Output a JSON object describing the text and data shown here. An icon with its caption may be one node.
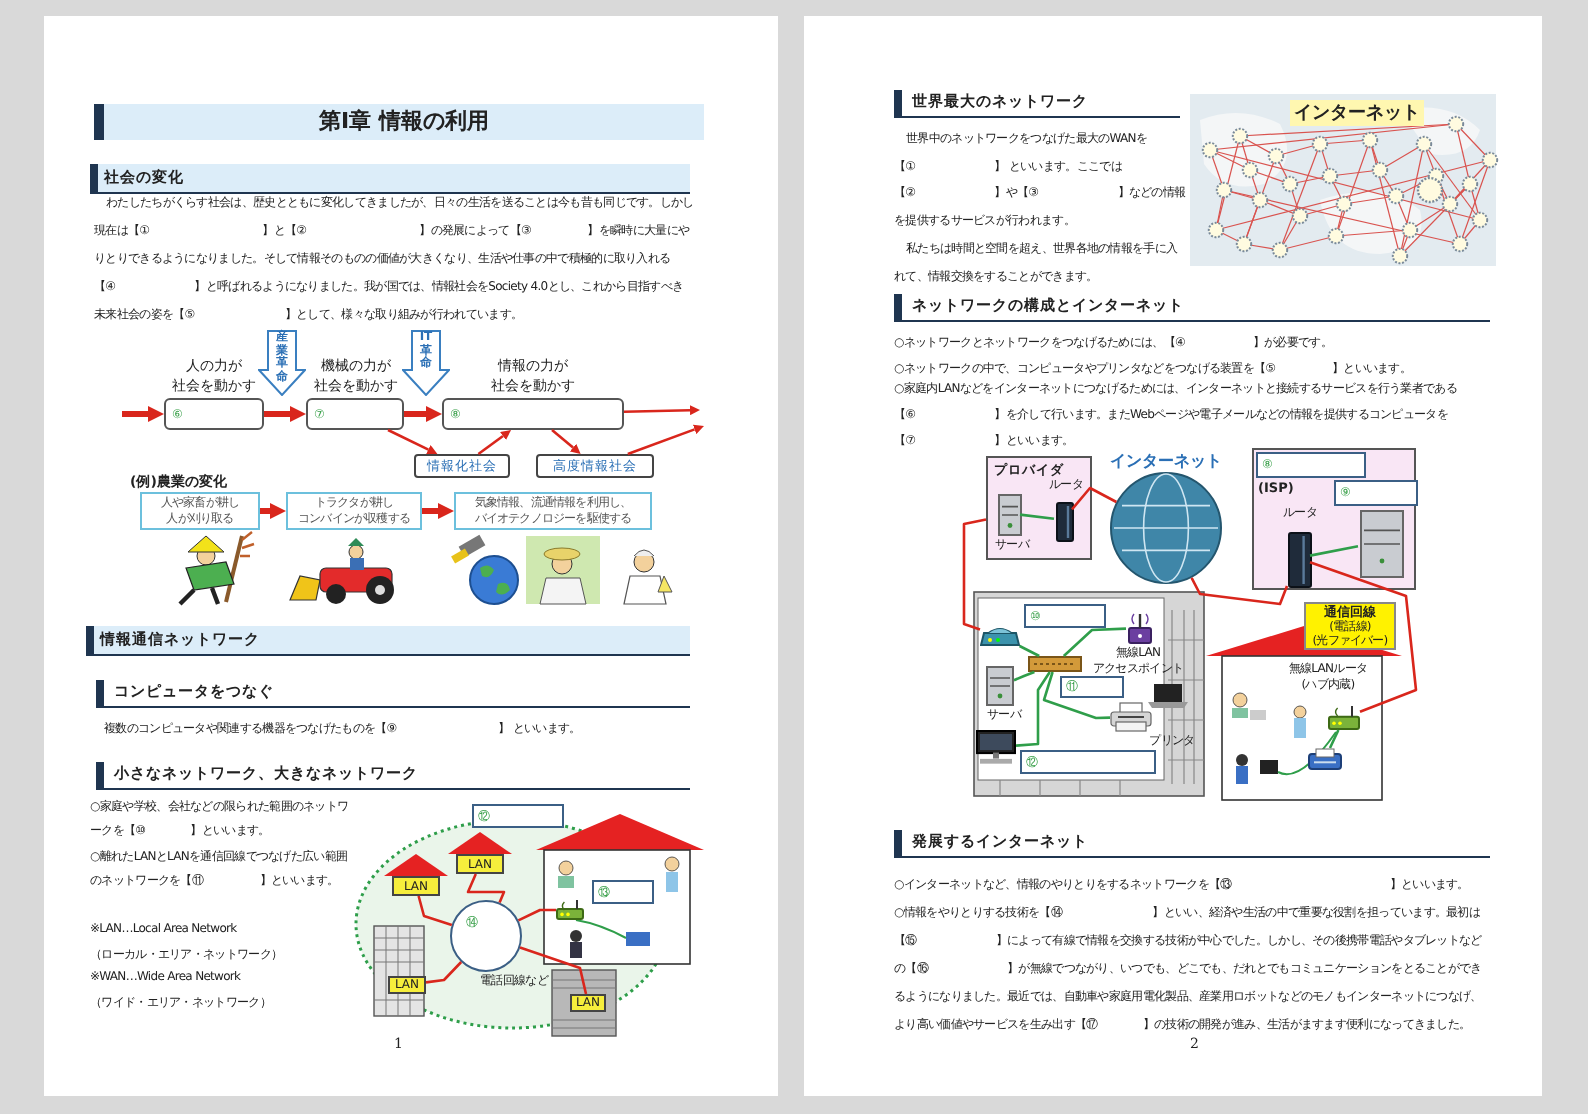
{
  "diagram": {
    "title": "第I章 情報の利用",
    "nodes": [
      {
        "text": [
          "人の力が",
          "社会を動かす",
          "⑥"
        ]
      },
      {
        "text": [
          "産業革命"
        ]
      },
      {
        "text": [
          "機械の力が",
          "社会を動かす",
          "⑦"
        ]
      },
      {
        "text": [
          "IT革命"
        ]
      },
      {
        "text": [
          "情報の力が",
          "社会を動かす",
          "⑧"
        ]
      },
      {
        "text": [
          "情報化社会"
        ]
      },
      {
        "text": [
          "高度情報社会"
        ]
      },
      {
        "text": [
          "人や家畜が耕し",
          "人が刈り取る"
        ]
      },
      {
        "text": [
          "トラクタが耕し",
          "コンバインが収穫する"
        ]
      },
      {
        "text": [
          "気象情報、流通情報を利用し、",
          "バイオテクノロジーを駆使する"
        ]
      },
      {
        "text": [
          "⑫"
        ]
      },
      {
        "text": [
          "LAN"
        ]
      },
      {
        "text": [
          "LAN"
        ]
      },
      {
        "text": [
          "⑬"
        ]
      },
      {
        "text": [],
        "shape": "picture"
      },
      {
        "text": [
          "⑭"
        ],
        "beside": [
          "電話回線など"
        ]
      },
      {
        "text": [
          "LAN"
        ]
      },
      {
        "text": [
          "LAN"
        ]
      },
      {
        "text": [
          "プロバイダ"
        ]
      },
      {
        "text": [],
        "shape": "picture",
        "in": 18,
        "beside": [
          "ルータ"
        ]
      },
      {
        "text": [],
        "shape": "picture",
        "in": 18,
        "beside": [
          "サーバ"
        ]
      },
      {
        "text": [
          "インターネット"
        ]
      },
      {
        "text": [
          "(ISP)"
        ]
      },
      {
        "text": [
          "⑧"
        ],
        "in": 22
      },
      {
        "text": [
          "⑨"
        ],
        "in": 22
      },
      {
        "text": [],
        "shape": "picture",
        "in": 22,
        "beside": [
          "ルータ"
        ]
      },
      {
        "text": [],
        "shape": "picture",
        "in": 22
      },
      {
        "text": [
          "⑩"
        ]
      },
      {
        "text": [],
        "shape": "picture"
      },
      {
        "text": [],
        "shape": "picture",
        "beside": [
          "無線LAN",
          "アクセスポイント"
        ]
      },
      {
        "text": [],
        "shape": "picture"
      },
      {
        "text": [
          "⑪"
        ]
      },
      {
        "text": [],
        "shape": "picture",
        "beside": [
          "サーバ"
        ]
      },
      {
        "text": [],
        "shape": "picture",
        "beside": [
          "プリンタ"
        ]
      },
      {
        "text": [],
        "shape": "picture"
      },
      {
        "text": [
          "⑫"
        ]
      },
      {
        "text": [
          "通信回線",
          "(電話線)",
          "(光ファイバー)"
        ]
      },
      {
        "text": [],
        "shape": "picture",
        "beside": [
          "無線LANルータ",
          "(ハブ内蔵)"
        ]
      },
      {
        "text": [],
        "shape": "picture"
      }
    ],
    "edges": [
      {
        "from": null,
        "to": 0,
        "arrow": "to",
        "style": "thick"
      },
      {
        "from": 0,
        "to": 2,
        "arrow": "to",
        "style": "thick"
      },
      {
        "from": 2,
        "to": 4,
        "arrow": "to",
        "style": "thick"
      },
      {
        "from": 4,
        "to": null,
        "arrow": "to"
      },
      {
        "from": 2,
        "to": 5,
        "arrow": "to"
      },
      {
        "from": 5,
        "to": 4,
        "arrow": "to"
      },
      {
        "from": 4,
        "to": 6,
        "arrow": "to"
      },
      {
        "from": 6,
        "to": null,
        "arrow": "to"
      },
      {
        "from": 7,
        "to": 8,
        "arrow": "to",
        "style": "thick"
      },
      {
        "from": 8,
        "to": 9,
        "arrow": "to",
        "style": "thick"
      },
      {
        "from": 11,
        "to": 15,
        "arrow": "none"
      },
      {
        "from": 12,
        "to": 15,
        "arrow": "none"
      },
      {
        "from": 16,
        "to": 15,
        "arrow": "none"
      },
      {
        "from": 17,
        "to": 15,
        "arrow": "none"
      },
      {
        "from": 15,
        "to": 14,
        "arrow": "none"
      },
      {
        "from": 20,
        "to": 19,
        "arrow": "none",
        "color": "#2f9e4a"
      },
      {
        "from": 19,
        "to": 21,
        "arrow": "none"
      },
      {
        "from": 21,
        "to": 25,
        "arrow": "none"
      },
      {
        "from": 25,
        "to": 26,
        "arrow": "none",
        "color": "#2f9e4a"
      },
      {
        "from": 25,
        "to": 37,
        "arrow": "none"
      },
      {
        "from": 18,
        "to": 28,
        "arrow": "none"
      },
      {
        "from": 28,
        "to": 30,
        "arrow": "none",
        "color": "#2f9e4a"
      },
      {
        "from": 30,
        "to": 29,
        "arrow": "none",
        "color": "#2f9e4a"
      },
      {
        "from": 30,
        "to": 32,
        "arrow": "none",
        "color": "#2f9e4a"
      },
      {
        "from": 30,
        "to": 33,
        "arrow": "none",
        "color": "#2f9e4a"
      },
      {
        "from": 30,
        "to": 34,
        "arrow": "none",
        "color": "#2f9e4a"
      },
      {
        "from": 37,
        "to": 38,
        "arrow": "none",
        "color": "#2f9e4a"
      }
    ],
    "labels": [
      "社会の変化",
      "わたしたちがくらす社会は、歴史とともに変化してきましたが、日々の生活を送ることは今も昔も同じです。しかし現在は【①　　　　　　　　　　】と【②　　　　　　　　　　】の発展によって【③　　　　　】を瞬時に大量にやりとりできるようになりました。そして情報そのものの価値が大きくなり、生活や仕事の中で積極的に取り入れる【④　　　　　　　】と呼ばれるようになりました。我が国では、情報社会をSociety 4.0とし、これから目指すべき未来社会の姿を【⑤　　　　　　　　】として、様々な取り組みが行われています。",
      "(例)農業の変化",
      "情報通信ネットワーク",
      "コンピュータをつなぐ",
      "複数のコンピュータや関連する機器をつなげたものを【⑨　　　　　　　　　】 といいます。",
      "小さなネットワーク、大きなネットワーク",
      "○家庭や学校、会社などの限られた範囲のネットワークを【⑩　　　　】といいます。",
      "○離れたLANとLANを通信回線でつなげた広い範囲のネットワークを【⑪　　　　　】といいます。",
      "※LAN…Local Area Network",
      "（ローカル・エリア・ネットワーク）",
      "※WAN…Wide Area Network",
      "（ワイド・エリア・ネットワーク）",
      "1",
      "世界最大のネットワーク",
      "世界中のネットワークをつなげた最大のWANを【①　　　　　　　】 といいます。ここでは【②　　　　　　　】や【③　　　　　　　】などの情報を提供するサービスが行われます。",
      "私たちは時間と空間を超え、世界各地の情報を手に入れて、情報交換をすることができます。",
      "インターネット",
      "ネットワークの構成とインターネット",
      "○ネットワークとネットワークをつなげるためには、【④　　　　　　】が必要です。",
      "○ネットワークの中で、コンピュータやプリンタなどをつなげる装置を【⑤　　　　　】といいます。",
      "○家庭内LANなどをインターネットにつなげるためには、インターネットと接続するサービスを行う業者である【⑥　　　　　　　】を介して行います。またWebページや電子メールなどの情報を提供するコンピュータを【⑦　　　　　　　】といいます。",
      "発展するインターネット",
      "○インターネットなど、情報のやりとりをするネットワークを【⑬　　　　　　　　　　　　　　】といいます。",
      "○情報をやりとりする技術を【⑭　　　　　　　　】といい、経済や生活の中で重要な役割を担っています。最初は【⑮　　　　　　　】によって有線で情報を交換する技術が中心でした。しかし、その後携帯電話やタブレットなどの【⑯　　　　　　　】が無線でつながり、いつでも、どこでも、だれとでもコミュニケーションをとることができるようになりました。最近では、自動車や家庭用電化製品、産業用ロボットなどのモノもインターネットにつなげ、より高い価値やサービスを生み出す【⑰　　　　】の技術の開発が進み、生活がますます便利になってきました。",
      "2"
    ]
  }
}
